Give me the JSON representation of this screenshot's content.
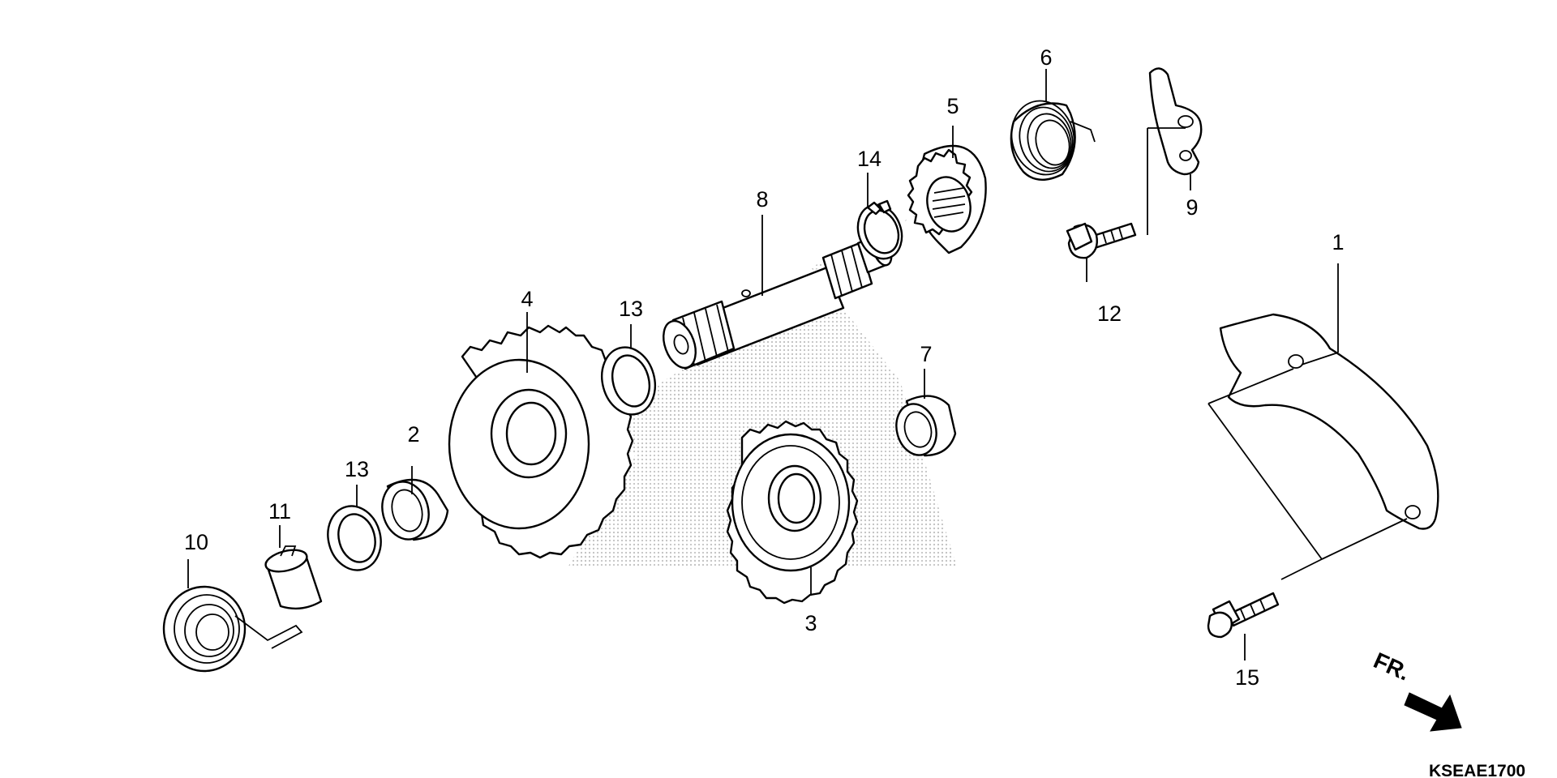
{
  "diagram": {
    "code": "KSEAE1700",
    "direction_label": "FR.",
    "callouts": {
      "p1": "1",
      "p2": "2",
      "p3": "3",
      "p4": "4",
      "p5": "5",
      "p6": "6",
      "p7": "7",
      "p8": "8",
      "p9": "9",
      "p10": "10",
      "p11": "11",
      "p12": "12",
      "p13a": "13",
      "p13b": "13",
      "p14": "14",
      "p15": "15"
    }
  },
  "colors": {
    "line": "#000000",
    "watermark": "#c8c8c8",
    "background": "#ffffff"
  }
}
